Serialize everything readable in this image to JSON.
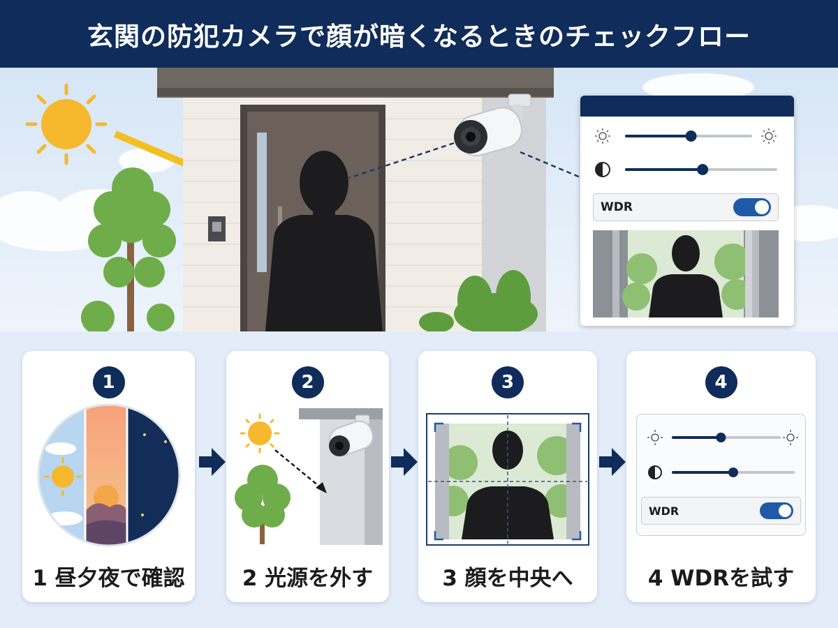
{
  "title": "玄関の防犯カメラで顔が暗くなるときのチェックフロー",
  "panel": {
    "brightness_level": 0.52,
    "contrast_level": 0.51,
    "wdr_label": "WDR",
    "wdr_enabled": true
  },
  "steps": [
    {
      "number": "1",
      "label": "1 昼夕夜で確認"
    },
    {
      "number": "2",
      "label": "2 光源を外す"
    },
    {
      "number": "3",
      "label": "3 顔を中央へ"
    },
    {
      "number": "4",
      "label": "4 WDRを試す"
    }
  ],
  "step4_panel": {
    "brightness_level": 0.45,
    "contrast_level": 0.5,
    "wdr_label": "WDR",
    "wdr_enabled": true
  },
  "colors": {
    "navy": "#0f2c5a",
    "accent_blue": "#1e5aa8",
    "sun": "#f5b82e",
    "sun_arrow": "#f2c022",
    "card_bg": "#ffffff",
    "page_bg": "#e3ecf8"
  },
  "icons": {
    "brightness": "sun-small-icon",
    "contrast": "half-circle-icon",
    "arrow": "right-arrow-icon"
  }
}
